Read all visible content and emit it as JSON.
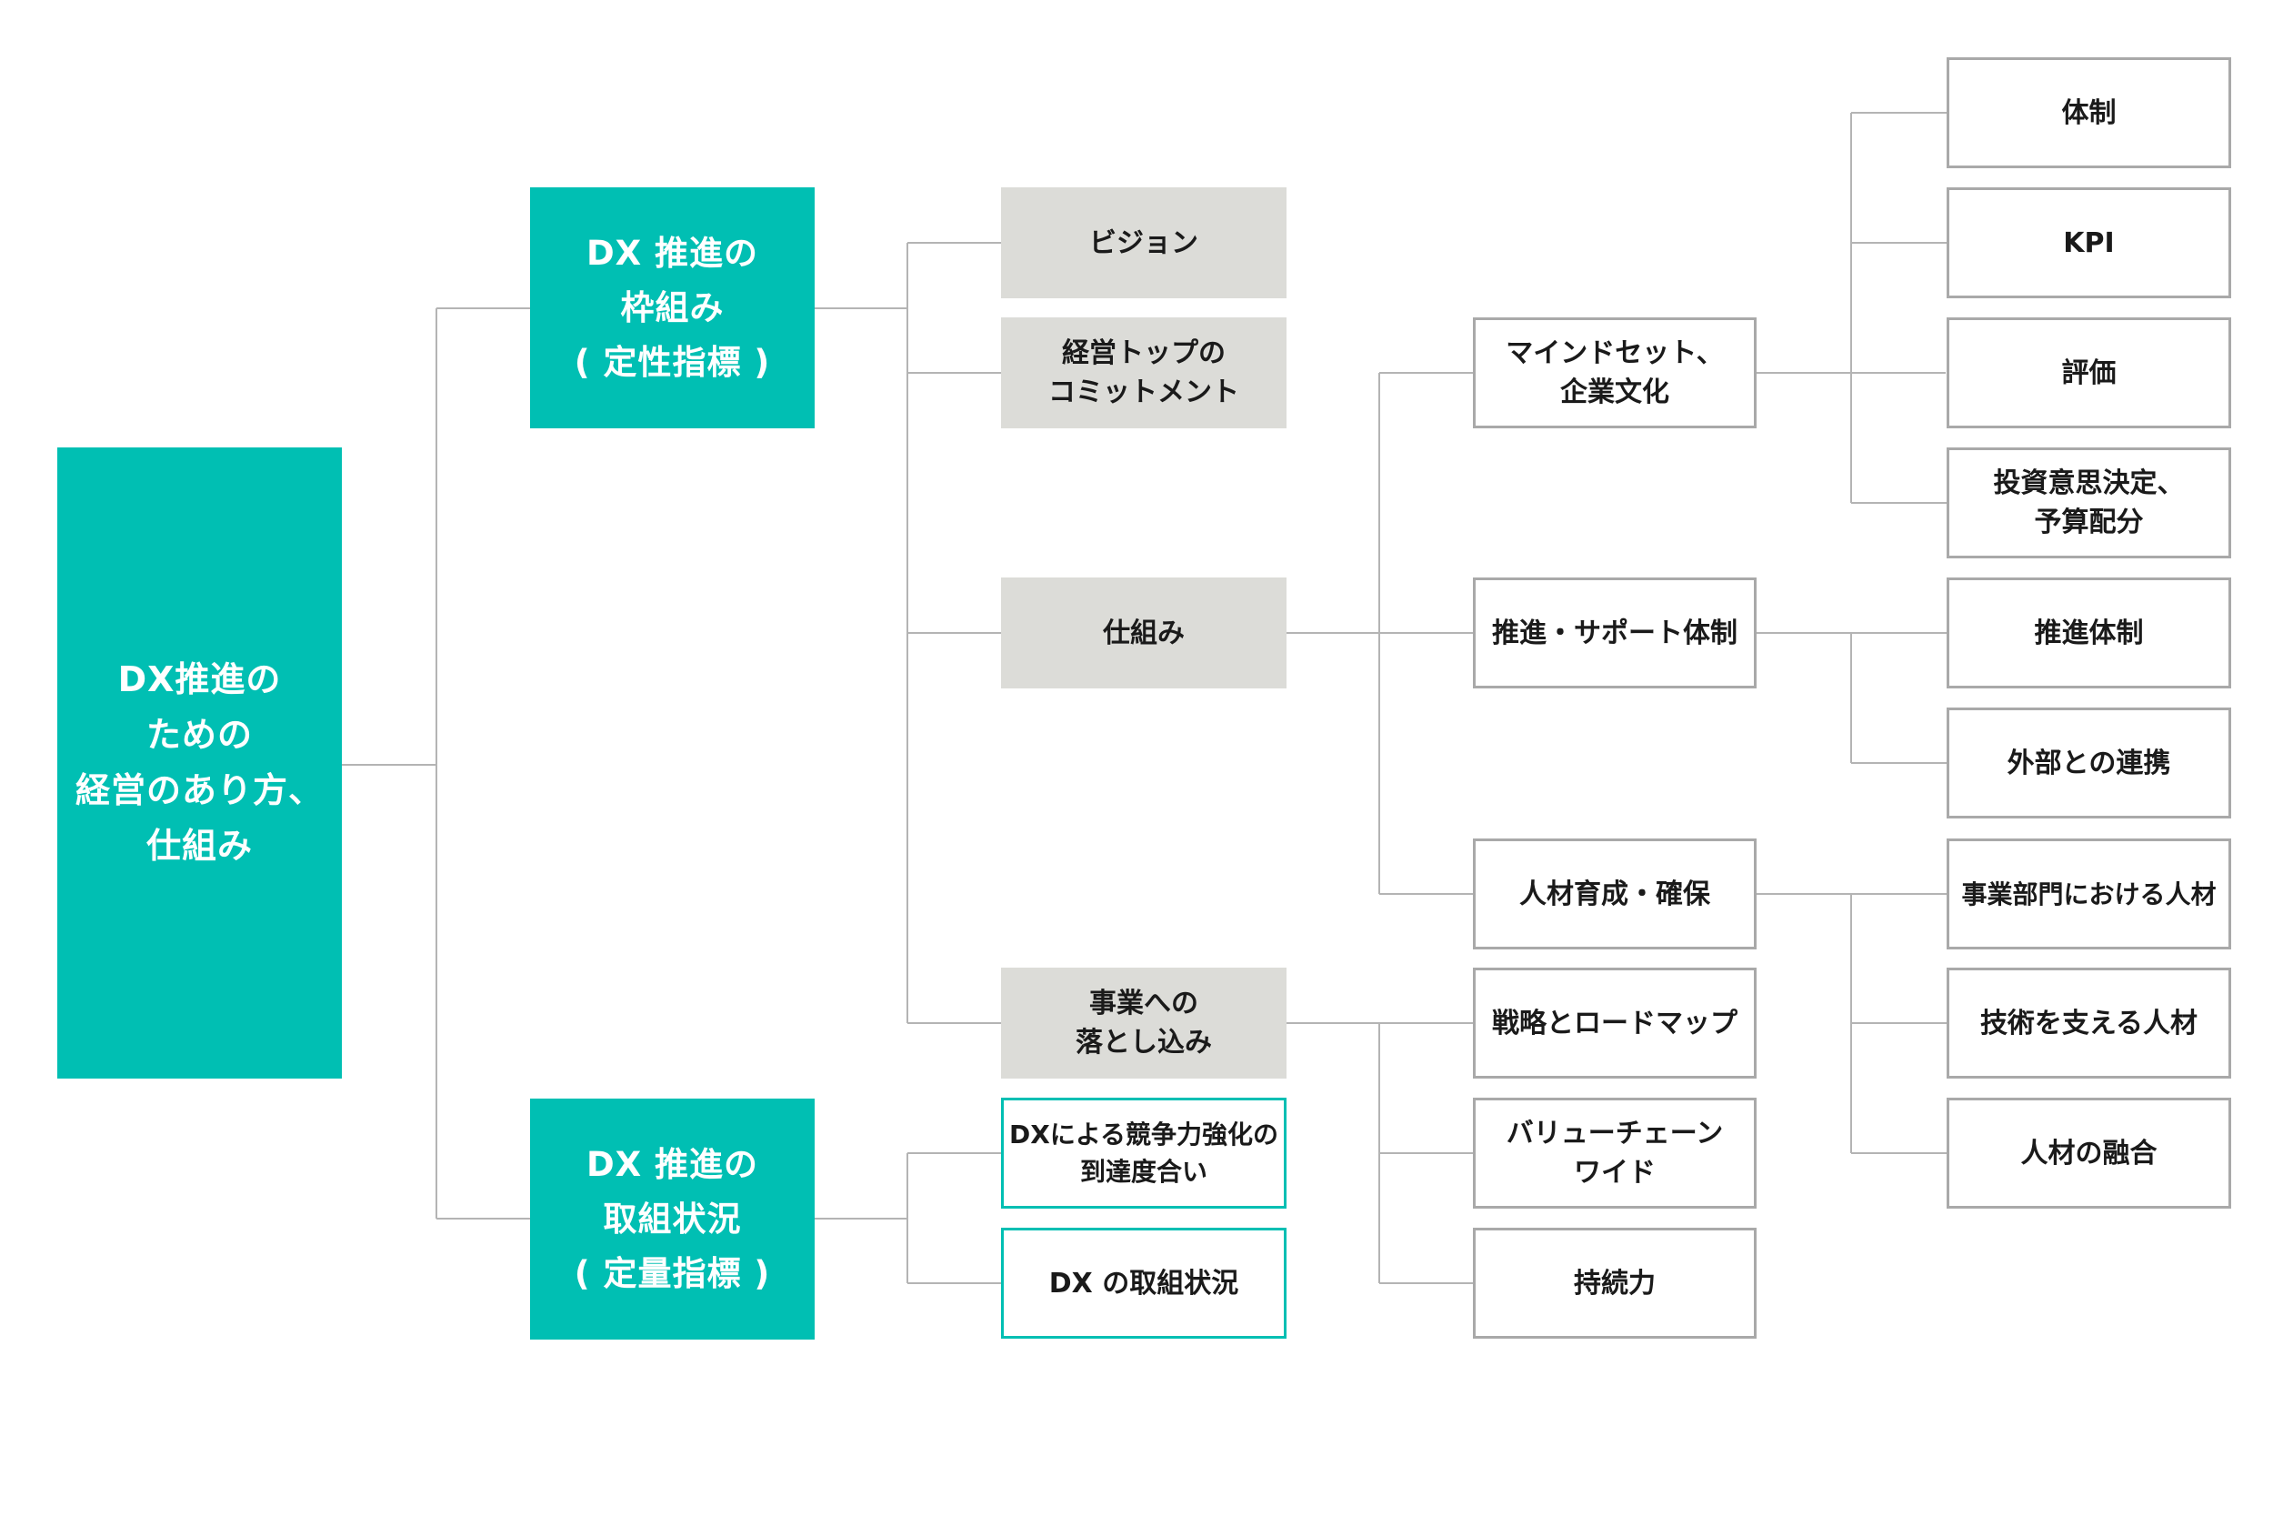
{
  "colors": {
    "teal": "#00bfb3",
    "gray_fill": "#dcdcd8",
    "outline": "#a9a9a9",
    "connector": "#b4b4b4"
  },
  "diagram": {
    "root": "DX推進の\nための\n経営のあり方、\n仕組み",
    "framework": "DX 推進の\n枠組み\n( 定性指標 )",
    "status": "DX 推進の\n取組状況\n( 定量指標 )",
    "vision": "ビジョン",
    "top_commitment": "経営トップの\nコミットメント",
    "mechanism": "仕組み",
    "business_integration": "事業への\n落とし込み",
    "competitiveness": "DXによる競争力強化の\n到達度合い",
    "dx_status": "DX の取組状況",
    "mindset": "マインドセット、\n企業文化",
    "promotion_support": "推進・サポート体制",
    "talent": "人材育成・確保",
    "strategy_roadmap": "戦略とロードマップ",
    "value_chain": "バリューチェーン\nワイド",
    "sustainability": "持続力",
    "system": "体制",
    "kpi": "KPI",
    "evaluation": "評価",
    "investment": "投資意思決定、\n予算配分",
    "promotion_system": "推進体制",
    "external_partnership": "外部との連携",
    "business_talent": "事業部門における人材",
    "tech_talent": "技術を支える人材",
    "talent_fusion": "人材の融合"
  }
}
